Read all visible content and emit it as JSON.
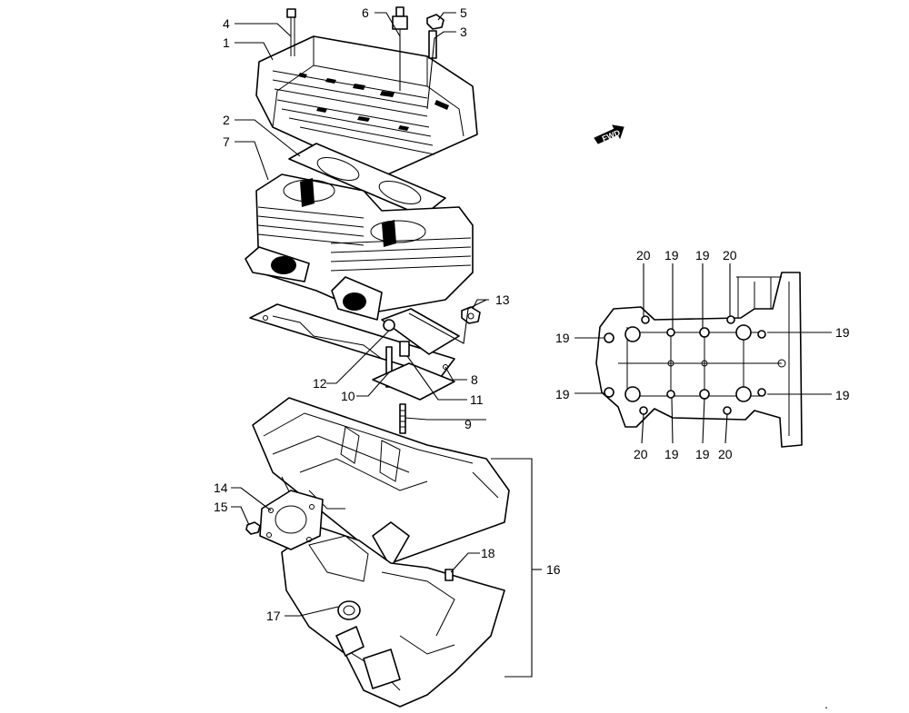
{
  "diagram": {
    "fwd_label": "FWD",
    "exploded_callouts": [
      "1",
      "2",
      "3",
      "4",
      "5",
      "6",
      "7",
      "8",
      "9",
      "10",
      "11",
      "12",
      "13",
      "14",
      "15",
      "16",
      "17",
      "18"
    ],
    "detail_callouts": [
      "20",
      "19",
      "19",
      "20",
      "19",
      "19",
      "19",
      "19",
      "20",
      "19",
      "19",
      "20"
    ],
    "footnote_mark": "."
  }
}
